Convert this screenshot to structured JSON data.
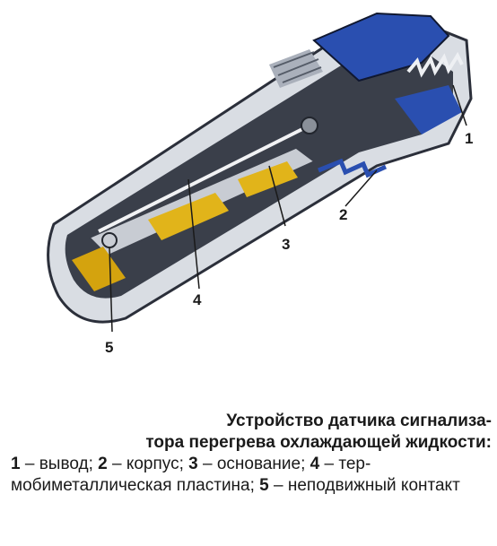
{
  "diagram": {
    "callouts": [
      {
        "id": "1",
        "label": "1"
      },
      {
        "id": "2",
        "label": "2"
      },
      {
        "id": "3",
        "label": "3"
      },
      {
        "id": "4",
        "label": "4"
      },
      {
        "id": "5",
        "label": "5"
      }
    ]
  },
  "caption": {
    "title_line1": "Устройство датчика сигнализа-",
    "title_line2": "тора перегрева охлаждающей жидкости:",
    "items": [
      {
        "num": "1",
        "text": " – вывод; "
      },
      {
        "num": "2",
        "text": " – корпус; "
      },
      {
        "num": "3",
        "text": " – основание; "
      },
      {
        "num": "4",
        "text": " – тер­мобиметаллическая пластина; "
      },
      {
        "num": "5",
        "text": " – неподвиж­ный контакт"
      }
    ]
  }
}
